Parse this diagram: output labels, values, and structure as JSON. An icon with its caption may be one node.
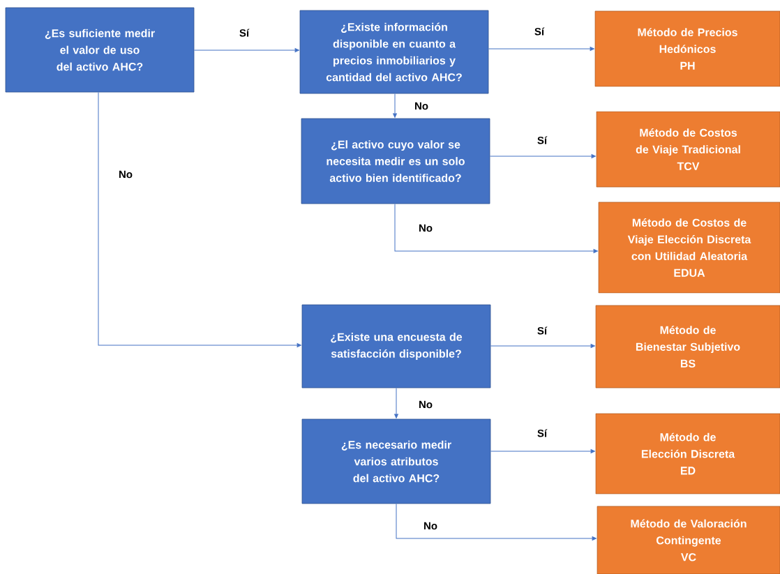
{
  "diagram": {
    "nodes": [
      {
        "text": [
          "¿Es suficiente medir el valor de uso del activo AHC?"
        ]
      },
      {
        "text": [
          "¿Existe información disponible en cuanto a precios inmobiliarios y cantidad del activo AHC?"
        ]
      },
      {
        "text": [
          "Método de Precios Hedónicos",
          "PH"
        ]
      },
      {
        "text": [
          "¿El activo cuyo valor se necesita medir es un solo activo bien identificado?"
        ]
      },
      {
        "text": [
          "Método de Costos de Viaje Tradicional",
          "TCV"
        ]
      },
      {
        "text": [
          "Método de Costos de Viaje Elección Discreta con Utilidad Aleatoria",
          "EDUA"
        ]
      },
      {
        "text": [
          "¿Existe una encuesta de satisfacción disponible?"
        ]
      },
      {
        "text": [
          "Método de Bienestar Subjetivo",
          "BS"
        ]
      },
      {
        "text": [
          "¿Es necesario medir varios atributos del activo AHC?"
        ]
      },
      {
        "text": [
          "Método de Elección Discreta",
          "ED"
        ]
      },
      {
        "text": [
          "Método de Valoración Contingente",
          "VC"
        ]
      }
    ],
    "edges": [
      {
        "from": 0,
        "to": 1,
        "arrow": "to",
        "label": "Sí"
      },
      {
        "from": 1,
        "to": 2,
        "arrow": "to",
        "label": "Sí"
      },
      {
        "from": 1,
        "to": 3,
        "arrow": "to",
        "label": "No"
      },
      {
        "from": 3,
        "to": 4,
        "arrow": "to",
        "label": "Sí"
      },
      {
        "from": 3,
        "to": 5,
        "arrow": "to",
        "label": "No"
      },
      {
        "from": 0,
        "to": 6,
        "arrow": "to",
        "label": "No"
      },
      {
        "from": 6,
        "to": 7,
        "arrow": "to",
        "label": "Sí"
      },
      {
        "from": 6,
        "to": 8,
        "arrow": "to",
        "label": "No"
      },
      {
        "from": 8,
        "to": 9,
        "arrow": "to",
        "label": "Sí"
      },
      {
        "from": 8,
        "to": 10,
        "arrow": "to",
        "label": "No"
      }
    ]
  }
}
